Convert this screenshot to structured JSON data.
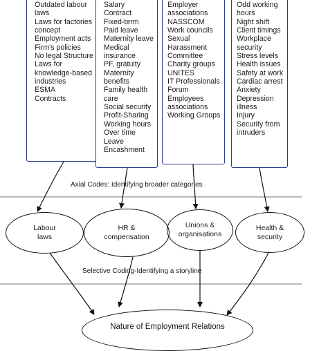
{
  "columns": [
    {
      "id": "labour",
      "items": [
        "Outdated labour laws",
        "Laws for factories concept",
        "Employment acts",
        "Firm's policies",
        "No legal Structure",
        "Laws for knowledge-based industries",
        "ESMA",
        "Contracts"
      ]
    },
    {
      "id": "hr",
      "items": [
        "Salary",
        "Contract",
        "Fixed-term",
        "Paid leave",
        "Maternity leave",
        "Medical insurance",
        "PF, gratuity",
        "Maternity benefits",
        "Family health care",
        "Social security",
        "Profit-Sharing",
        "Working hours",
        "Over time",
        "Leave Encashment"
      ]
    },
    {
      "id": "unions",
      "items": [
        "Employer associations",
        "NASSCOM",
        "Work councils",
        "Sexual Harassment Committee",
        "Charity groups",
        "UNITES",
        "IT Professionals Forum",
        "Employees associations",
        "Working Groups"
      ]
    },
    {
      "id": "health",
      "items": [
        "Odd working hours",
        "Night shift",
        "Client timings",
        "Workplace security",
        "Stress levels",
        "Health issues",
        "Safety at work",
        "Cardiac arrest",
        "Anxiety",
        "Depression illness",
        "Injury",
        "Security from intruders"
      ]
    }
  ],
  "axial_label": "Axial Codes: Identifying broader categories",
  "categories": [
    {
      "id": "labour",
      "label": "Labour\nlaws"
    },
    {
      "id": "hr",
      "label": "HR &\ncompensation"
    },
    {
      "id": "unions",
      "label": "Unions &\norganisations"
    },
    {
      "id": "health",
      "label": "Health &\nsecurity"
    }
  ],
  "selective_label": "Selective Coding-Identifying a storyline",
  "core_label": "Nature of Employment Relations"
}
